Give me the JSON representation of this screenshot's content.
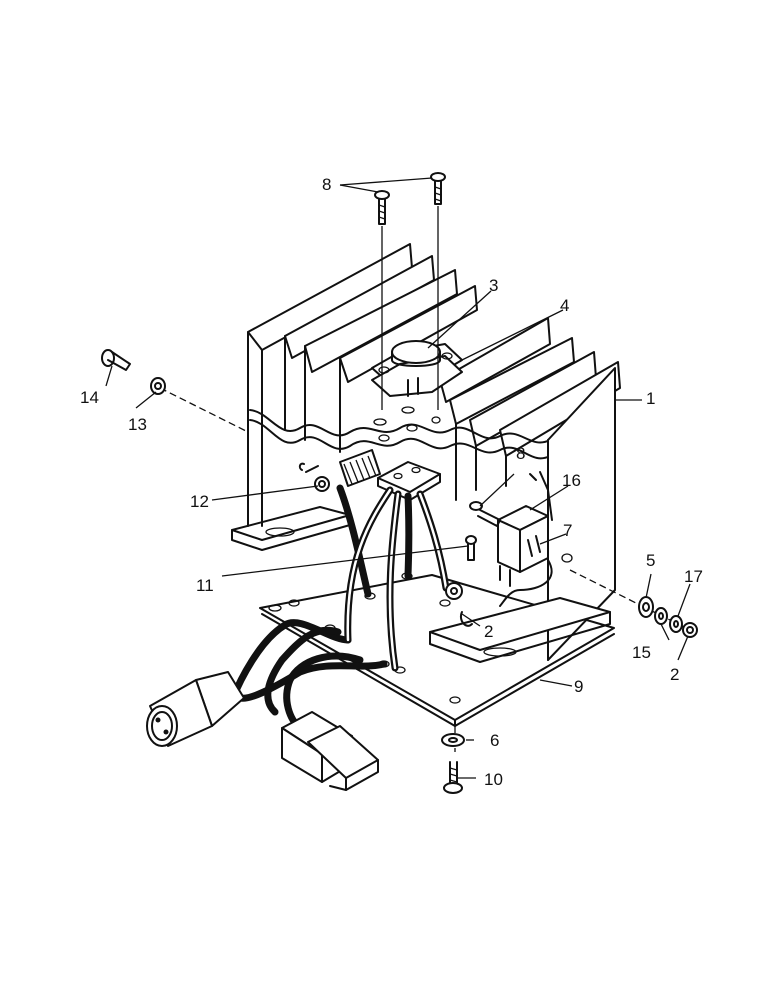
{
  "callouts": {
    "c1": "1",
    "c2a": "2",
    "c2b": "2",
    "c3": "3",
    "c4": "4",
    "c5": "5",
    "c6": "6",
    "c7": "7",
    "c8a": "8",
    "c8b": "8",
    "c9": "9",
    "c10": "10",
    "c11": "11",
    "c12": "12",
    "c13": "13",
    "c14": "14",
    "c15": "15",
    "c16": "16",
    "c17": "17"
  },
  "colors": {
    "ink": "#111111",
    "paper": "#ffffff"
  }
}
